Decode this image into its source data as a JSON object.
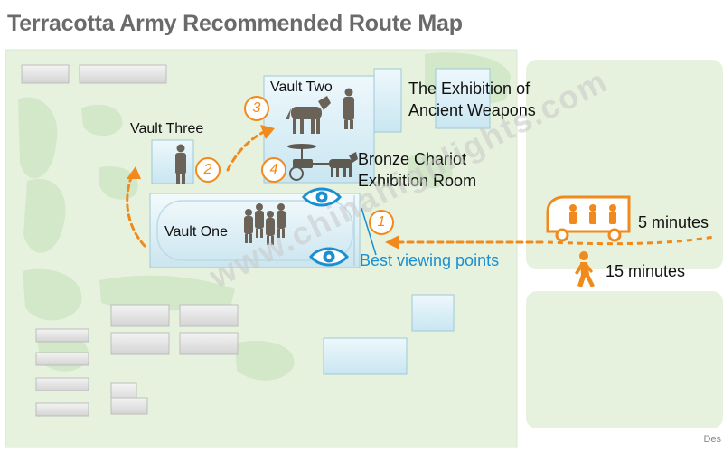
{
  "title": "Terracotta Army Recommended Route Map",
  "labels": {
    "vault_two": "Vault Two",
    "vault_three": "Vault Three",
    "vault_one": "Vault One",
    "weapons_line1": "The Exhibition of",
    "weapons_line2": "Ancient Weapons",
    "chariot_line1": "Bronze Chariot",
    "chariot_line2": "Exhibition Room",
    "best_viewing": "Best viewing points",
    "bus_time": "5 minutes",
    "walk_time": "15 minutes"
  },
  "steps": [
    "1",
    "2",
    "3",
    "4"
  ],
  "watermark": "www.chinahighlights.com",
  "credit": "Des",
  "icons": {
    "viewpoint": "eye-icon",
    "bus": "sightseeing-bus-icon",
    "walker": "walking-person-icon",
    "statue": "terracotta-warrior-icon",
    "horse": "terracotta-horse-icon",
    "chariot": "bronze-chariot-icon"
  },
  "colors": {
    "route": "#f08a1c",
    "viewpoint": "#1a8fd2",
    "ground": "#e3f1dc",
    "green_area": "#cfe6c4",
    "building": "#d9eef6"
  }
}
